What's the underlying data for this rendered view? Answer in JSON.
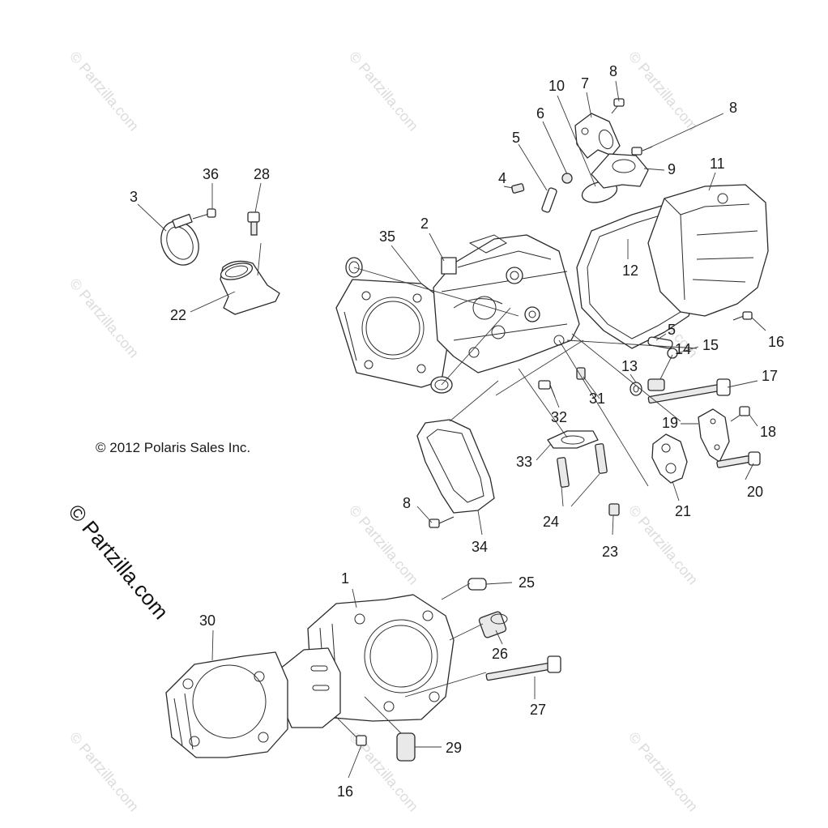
{
  "copyright_notice": "© 2012 Polaris Sales Inc.",
  "watermark_main": "© Partzilla.com",
  "watermark_repeat": "© Partzilla.com",
  "callouts": {
    "c1": "1",
    "c2": "2",
    "c3": "3",
    "c4": "4",
    "c5a": "5",
    "c5b": "5",
    "c6": "6",
    "c7": "7",
    "c8a": "8",
    "c8b": "8",
    "c8c": "8",
    "c9": "9",
    "c10": "10",
    "c11": "11",
    "c12": "12",
    "c13": "13",
    "c14": "14",
    "c15": "15",
    "c16a": "16",
    "c16b": "16",
    "c17": "17",
    "c18": "18",
    "c19": "19",
    "c20": "20",
    "c21": "21",
    "c22": "22",
    "c23": "23",
    "c24": "24",
    "c25": "25",
    "c26": "26",
    "c27": "27",
    "c28": "28",
    "c29": "29",
    "c30": "30",
    "c31": "31",
    "c32": "32",
    "c33": "33",
    "c34": "34",
    "c35": "35",
    "c36": "36"
  }
}
